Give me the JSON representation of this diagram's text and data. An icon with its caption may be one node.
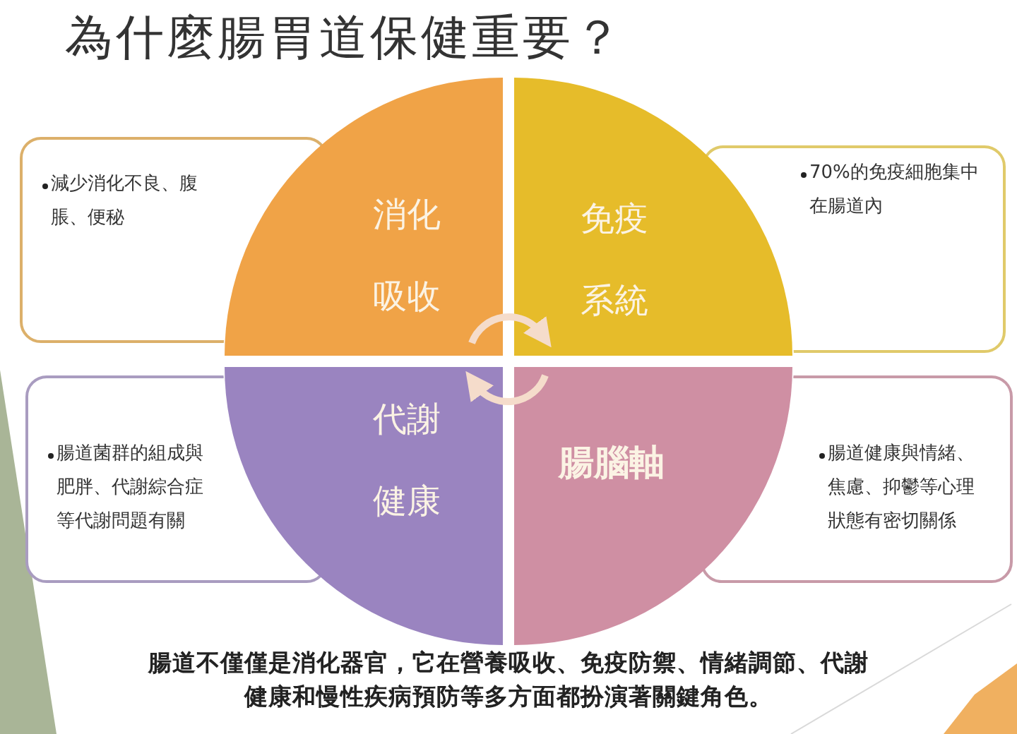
{
  "diagram": {
    "title": "為什麼腸胃道保健重要？",
    "nodes": [
      {
        "text": [
          "減少消化不良、腹脹、便秘"
        ]
      },
      {
        "text": [
          "消化吸收"
        ]
      },
      {
        "text": [
          "免疫系統"
        ]
      },
      {
        "text": [
          "70%的免疫細胞集中在腸道內"
        ]
      },
      {
        "text": [
          "腸道菌群的組成與肥胖、代謝綜合症等代謝問題有關"
        ]
      },
      {
        "text": [
          "代謝健康"
        ]
      },
      {
        "text": [
          "腸腦軸"
        ]
      },
      {
        "text": [
          "腸道健康與情緒、焦慮、抑鬱等心理狀態有密切關係"
        ]
      }
    ],
    "edges": [
      {
        "from": 1,
        "to": 2,
        "arrow": "to"
      },
      {
        "from": 6,
        "to": 5,
        "arrow": "to"
      }
    ],
    "caption": "腸道不僅僅是消化器官，它在營養吸收、免疫防禦、情緒調節、代謝健康和慢性疾病預防等多方面都扮演著關鍵角色。"
  }
}
